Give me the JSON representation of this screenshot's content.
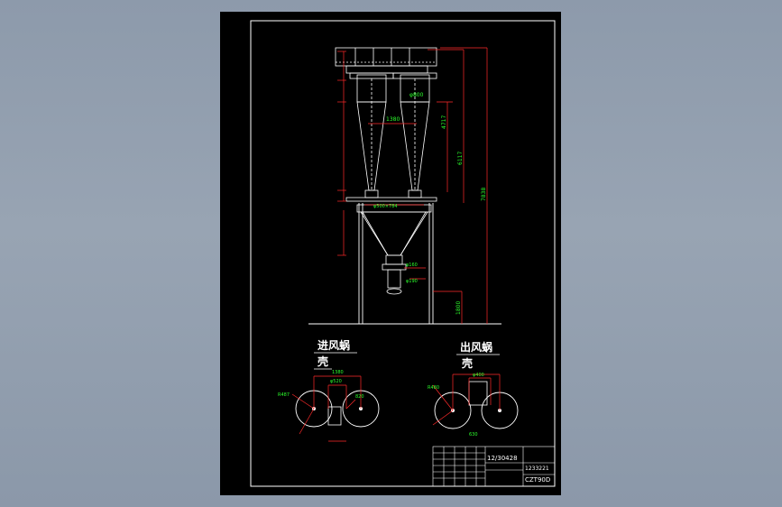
{
  "colors": {
    "background": "#9aa5b4",
    "sheet": "#000000",
    "line_white": "#ffffff",
    "dim_red": "#ff2a2a",
    "dim_text_green": "#2cff2c"
  },
  "views": {
    "inlet_title_line1": "进风蜗",
    "inlet_title_line2": "壳",
    "outlet_title_line1": "出风蜗",
    "outlet_title_line2": "壳"
  },
  "dimensions": {
    "total_height": "7838",
    "cyclone_height": "6117",
    "body_height": "4717",
    "leg_height": "1800",
    "cone_dia": "φ800",
    "spacing": "1380",
    "hopper_label": "φ500×784",
    "inlet_spacing": "1380",
    "inlet_dia": "φ520",
    "inlet_r": "R487",
    "inlet_w": "820",
    "outlet_dia": "φ400",
    "outlet_r": "R480",
    "outlet_w": "630",
    "small_a": "φ160",
    "small_b": "φ190"
  },
  "title_block": {
    "drawing_number": "12/30428",
    "code": "1233221",
    "model": "CZT90D"
  }
}
